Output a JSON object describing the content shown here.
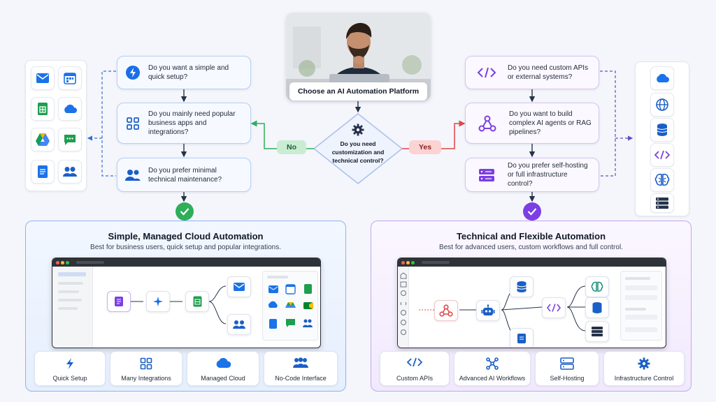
{
  "header": {
    "photo_label": "Choose an AI Automation Platform"
  },
  "decision": {
    "question": "Do you need customization and technical control?",
    "no_label": "No",
    "yes_label": "Yes"
  },
  "left_questions": [
    {
      "text": "Do you want a simple and quick setup?",
      "icon": "lightning-icon"
    },
    {
      "text": "Do you mainly need popular business apps and integrations?",
      "icon": "apps-grid-icon"
    },
    {
      "text": "Do you prefer minimal technical maintenance?",
      "icon": "users-icon"
    }
  ],
  "right_questions": [
    {
      "text": "Do you need custom APIs or external systems?",
      "icon": "code-icon"
    },
    {
      "text": "Do you want to build complex AI agents or RAG pipelines?",
      "icon": "webhook-icon"
    },
    {
      "text": "Do you prefer self-hosting or full infrastructure control?",
      "icon": "server-icon"
    }
  ],
  "left_panel_icons": [
    "mail-icon",
    "calendar-icon",
    "sheets-icon",
    "cloud-icon",
    "drive-icon",
    "chat-icon",
    "docs-icon",
    "team-icon"
  ],
  "right_panel_icons": [
    "cloud-icon",
    "globe-icon",
    "database-icon",
    "code-icon",
    "brain-icon",
    "server-rack-icon"
  ],
  "left_result": {
    "title": "Simple, Managed Cloud Automation",
    "subtitle": "Best for business users, quick setup and popular integrations.",
    "features": [
      {
        "label": "Quick Setup",
        "icon": "lightning-icon"
      },
      {
        "label": "Many Integrations",
        "icon": "apps-grid-icon"
      },
      {
        "label": "Managed Cloud",
        "icon": "cloud-icon"
      },
      {
        "label": "No-Code Interface",
        "icon": "team-icon"
      }
    ]
  },
  "right_result": {
    "title": "Technical and Flexible Automation",
    "subtitle": "Best for advanced users, custom workflows and full control.",
    "features": [
      {
        "label": "Custom APIs",
        "icon": "code-icon"
      },
      {
        "label": "Advanced AI Workflows",
        "icon": "nodes-icon"
      },
      {
        "label": "Self-Hosting",
        "icon": "server-icon"
      },
      {
        "label": "Infrastructure Control",
        "icon": "gear-icon"
      }
    ]
  },
  "colors": {
    "blue_accent": "#1a6fe8",
    "purple_accent": "#7b3fe4",
    "green": "#2fae5a",
    "red": "#e04545"
  }
}
